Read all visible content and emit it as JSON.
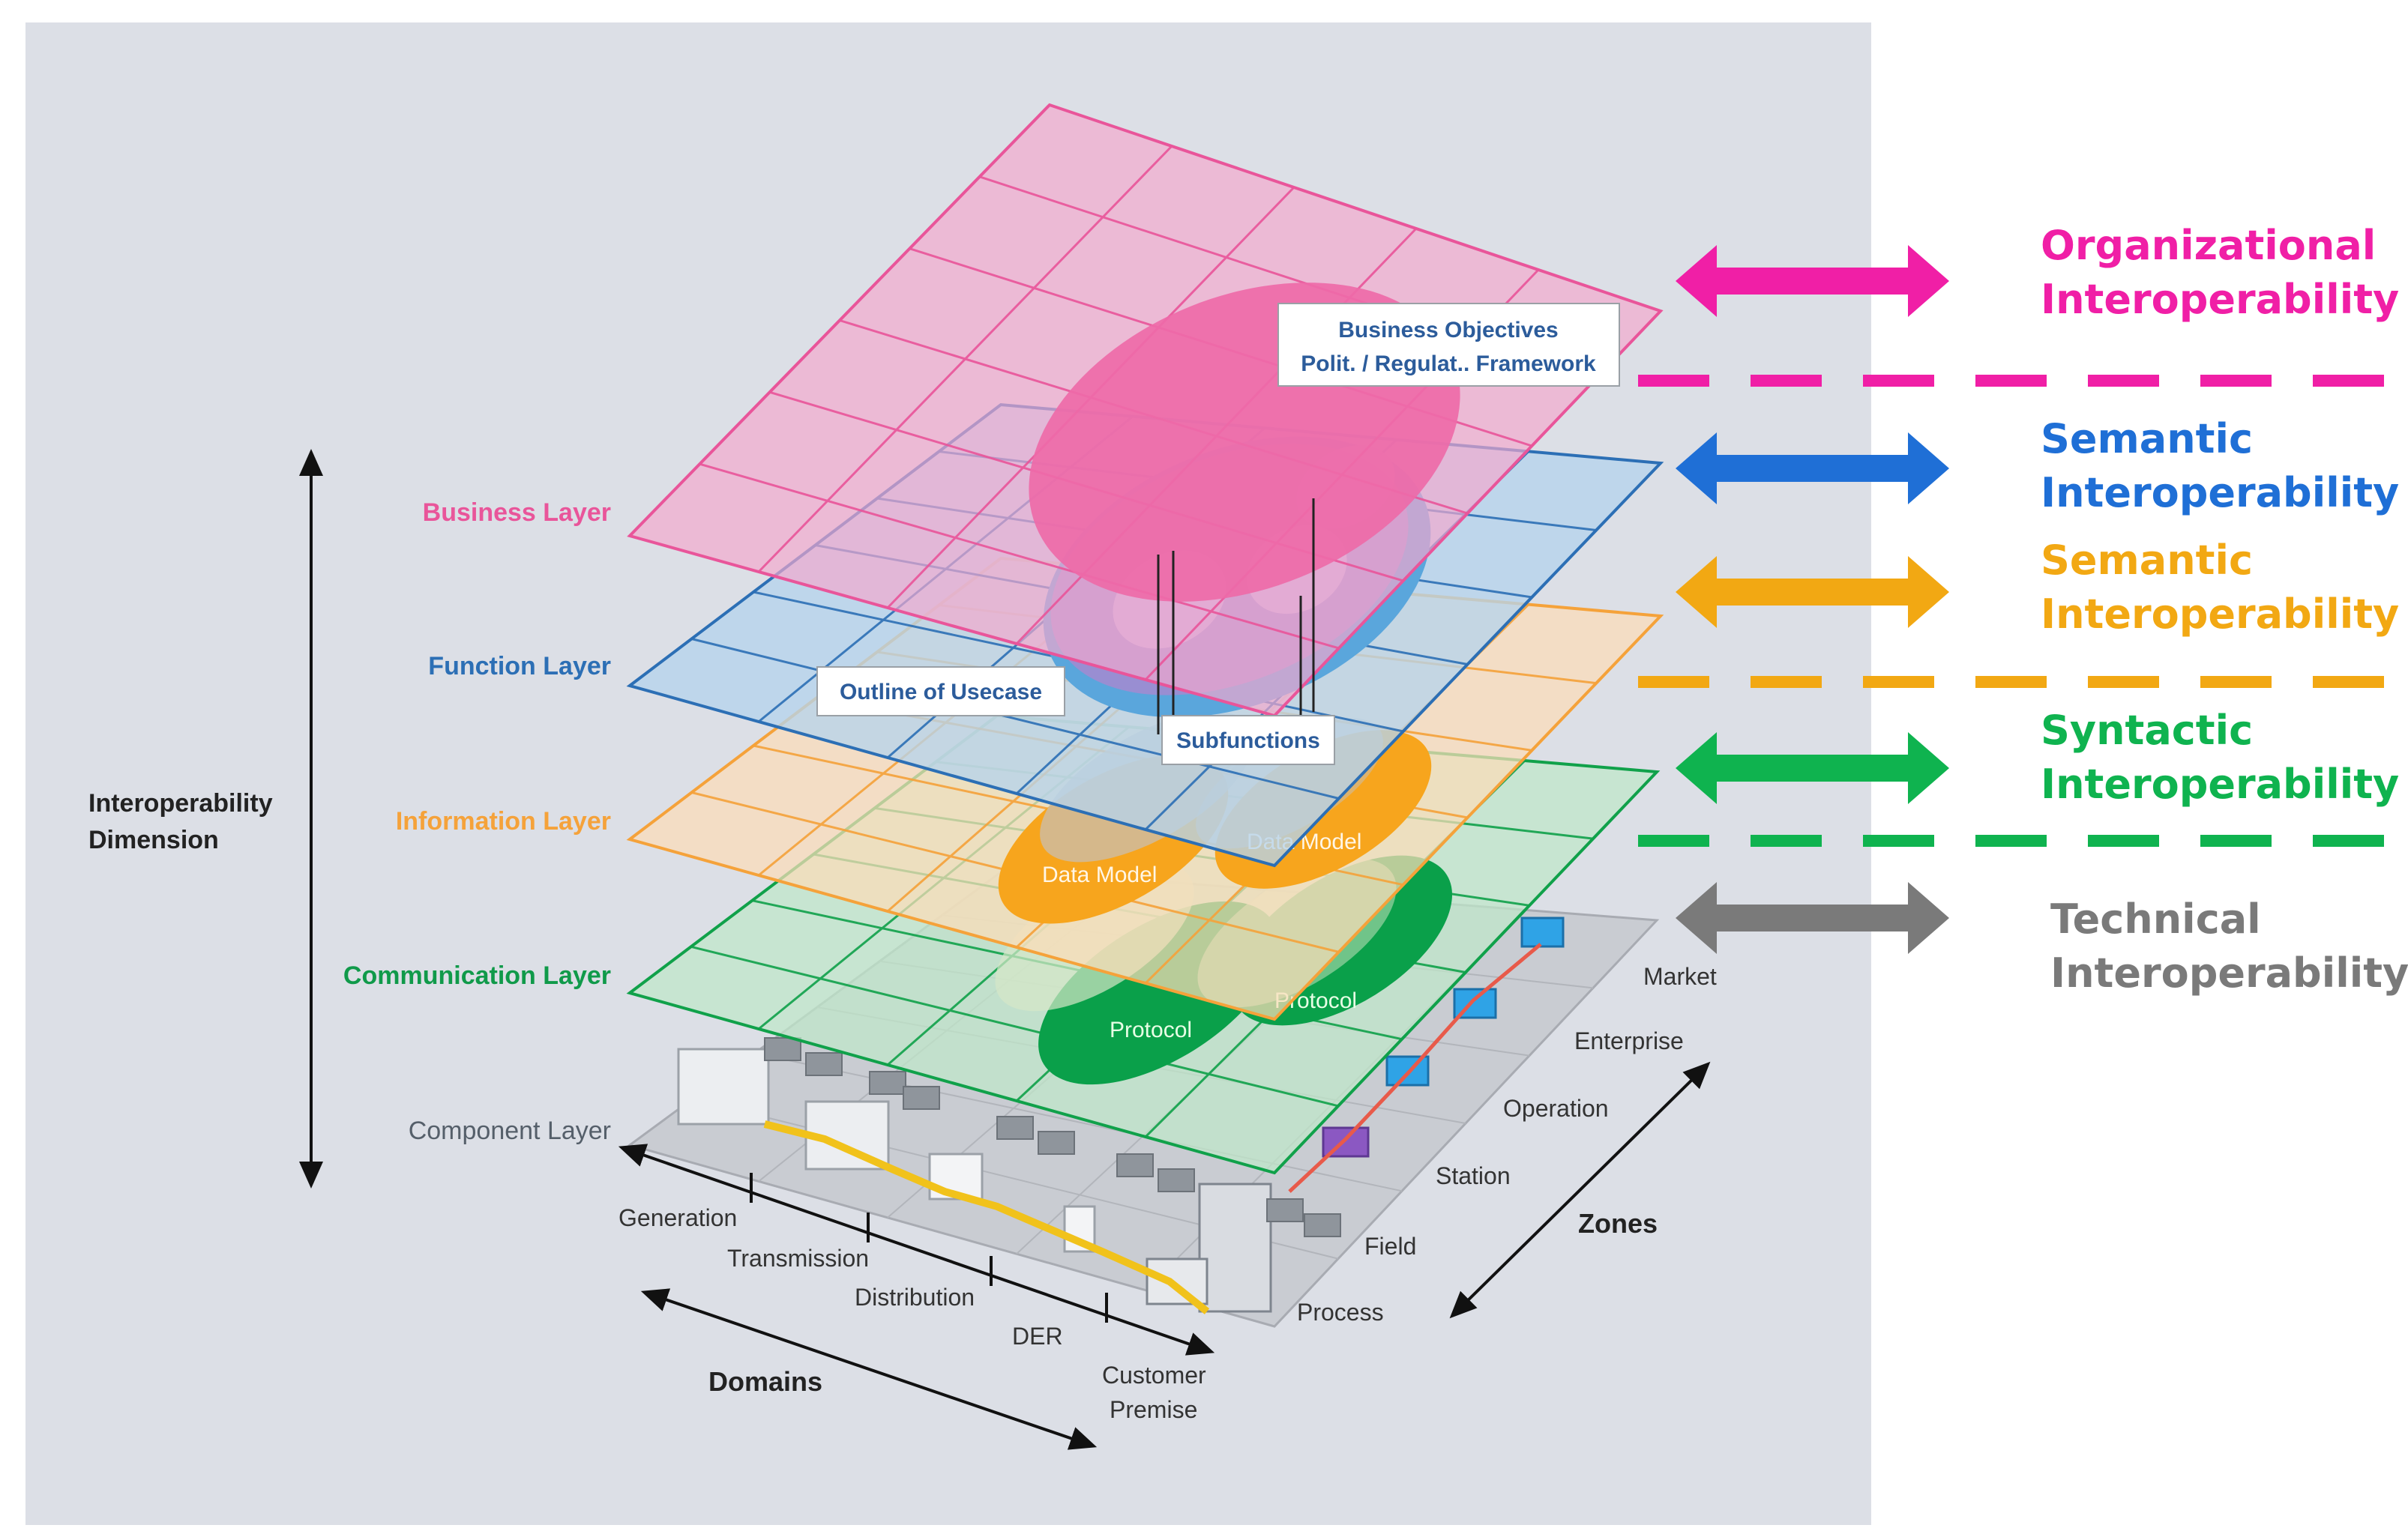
{
  "layers": {
    "business": {
      "label": "Business Layer",
      "color": "#e9559a"
    },
    "function": {
      "label": "Function Layer",
      "color": "#2c6fb5"
    },
    "information": {
      "label": "Information Layer",
      "color": "#f5a23a"
    },
    "communication": {
      "label": "Communication Layer",
      "color": "#109a4a"
    },
    "component": {
      "label": "Component Layer",
      "color": "#555f6a"
    }
  },
  "axis": {
    "dimension_line1": "Interoperability",
    "dimension_line2": "Dimension",
    "domains_title": "Domains",
    "zones_title": "Zones"
  },
  "domains": [
    "Generation",
    "Transmission",
    "Distribution",
    "DER",
    "Customer",
    "Premise"
  ],
  "zones": [
    "Process",
    "Field",
    "Station",
    "Operation",
    "Enterprise",
    "Market"
  ],
  "callouts": {
    "business_objectives_line1": "Business Objectives",
    "business_objectives_line2": "Polit. / Regulat.. Framework",
    "outline_usecase": "Outline of Usecase",
    "subfunctions": "Subfunctions",
    "data_model_left": "Data Model",
    "data_model_right": "Data Model",
    "protocol_left": "Protocol",
    "protocol_right": "Protocol"
  },
  "interoperability": [
    {
      "line1": "Organizational",
      "line2": "Interoperability",
      "color": "#f01fa6"
    },
    {
      "line1": "Semantic",
      "line2": "Interoperability",
      "color": "#1f6fd6"
    },
    {
      "line1": "Semantic",
      "line2": "Interoperability",
      "color": "#f2a813"
    },
    {
      "line1": "Syntactic",
      "line2": "Interoperability",
      "color": "#0fb34f"
    },
    {
      "line1": "Technical",
      "line2": "Interoperability",
      "color": "#7a7a7a"
    }
  ]
}
